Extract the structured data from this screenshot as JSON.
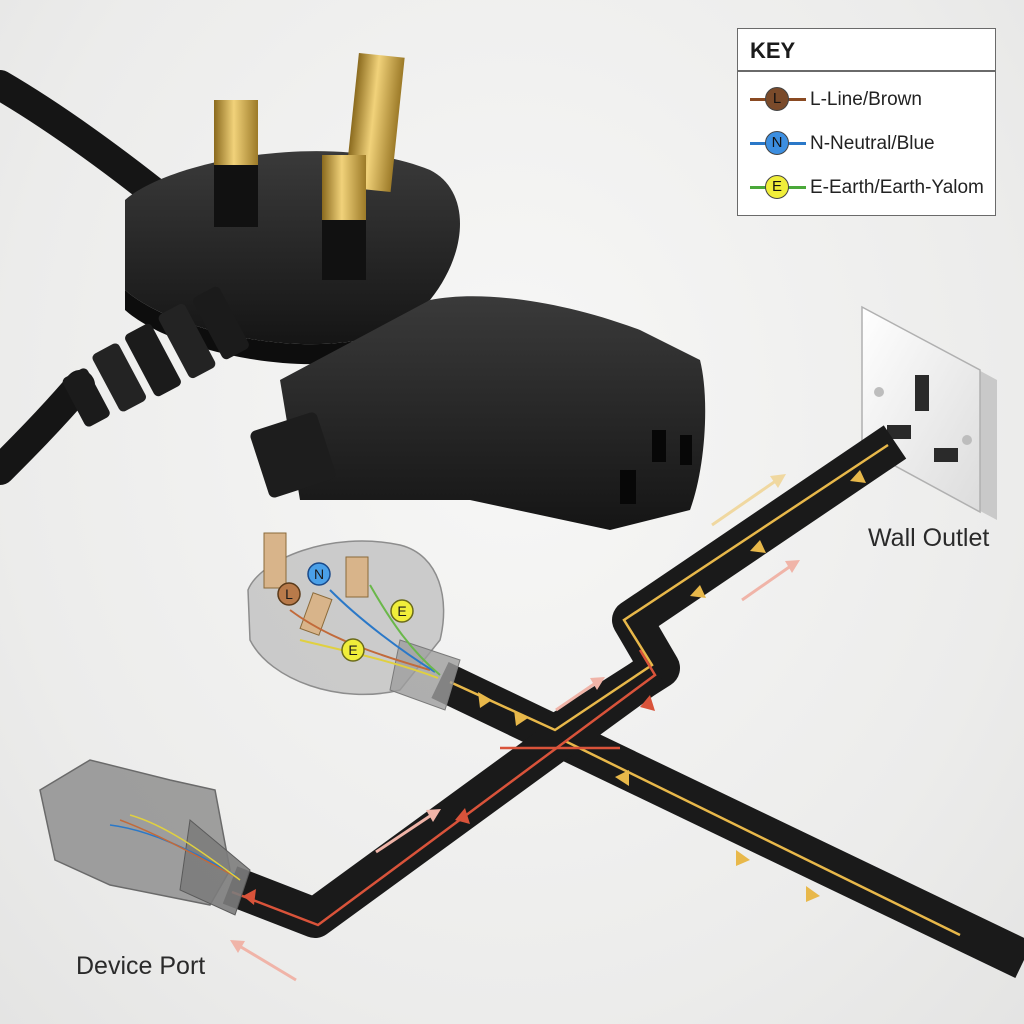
{
  "key": {
    "title": "KEY",
    "items": [
      {
        "letter": "L",
        "label": "L-Line/Brown",
        "color": "#8a4a22",
        "badge_fill": "#7a4a2a"
      },
      {
        "letter": "N",
        "label": "N-Neutral/Blue",
        "color": "#2a78c8",
        "badge_fill": "#3c8ee0"
      },
      {
        "letter": "E",
        "label": "E-Earth/Earth-Yalom",
        "color": "#4aa83a",
        "badge_fill": "#f0ee3a"
      }
    ]
  },
  "labels": {
    "wall_outlet": "Wall Outlet",
    "device_port": "Device Port"
  },
  "plug_diagram_badges": {
    "line": "L",
    "neutral": "N",
    "earth_1": "E",
    "earth_2": "E"
  },
  "colors": {
    "cable": "#1a1a1a",
    "flow_yellow": "#e8b84a",
    "flow_red": "#d9533a",
    "arrow_yellow_soft": "#f0d8a0",
    "arrow_red_soft": "#f0b4a8"
  }
}
